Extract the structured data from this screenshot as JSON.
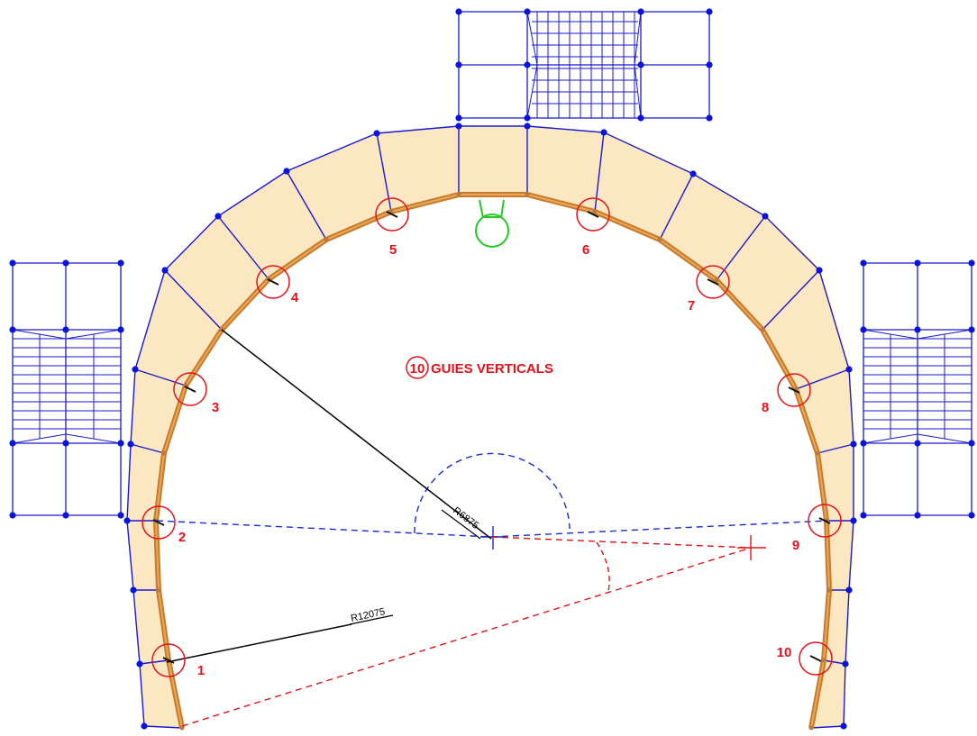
{
  "colors": {
    "structure": "#1a1acc",
    "node": "#0a14dd",
    "fill": "#fbe7c2",
    "lining": "#c87b28",
    "marker": "#e8111b",
    "dimension": "#000000",
    "drain": "#22cc22",
    "axis_blue": "#1a2bd0",
    "axis_red": "#e5141b"
  },
  "title_badge": "10",
  "title_text": "GUIES VERTICALS",
  "markers": [
    "1",
    "2",
    "3",
    "4",
    "5",
    "6",
    "7",
    "8",
    "9",
    "10"
  ],
  "dimensions": {
    "radius_inner": "R6875",
    "radius_outer": "R12075"
  },
  "icons": {
    "marker": "circle-marker-icon",
    "center": "cross-center-icon",
    "drain": "drain-pipe-icon"
  }
}
